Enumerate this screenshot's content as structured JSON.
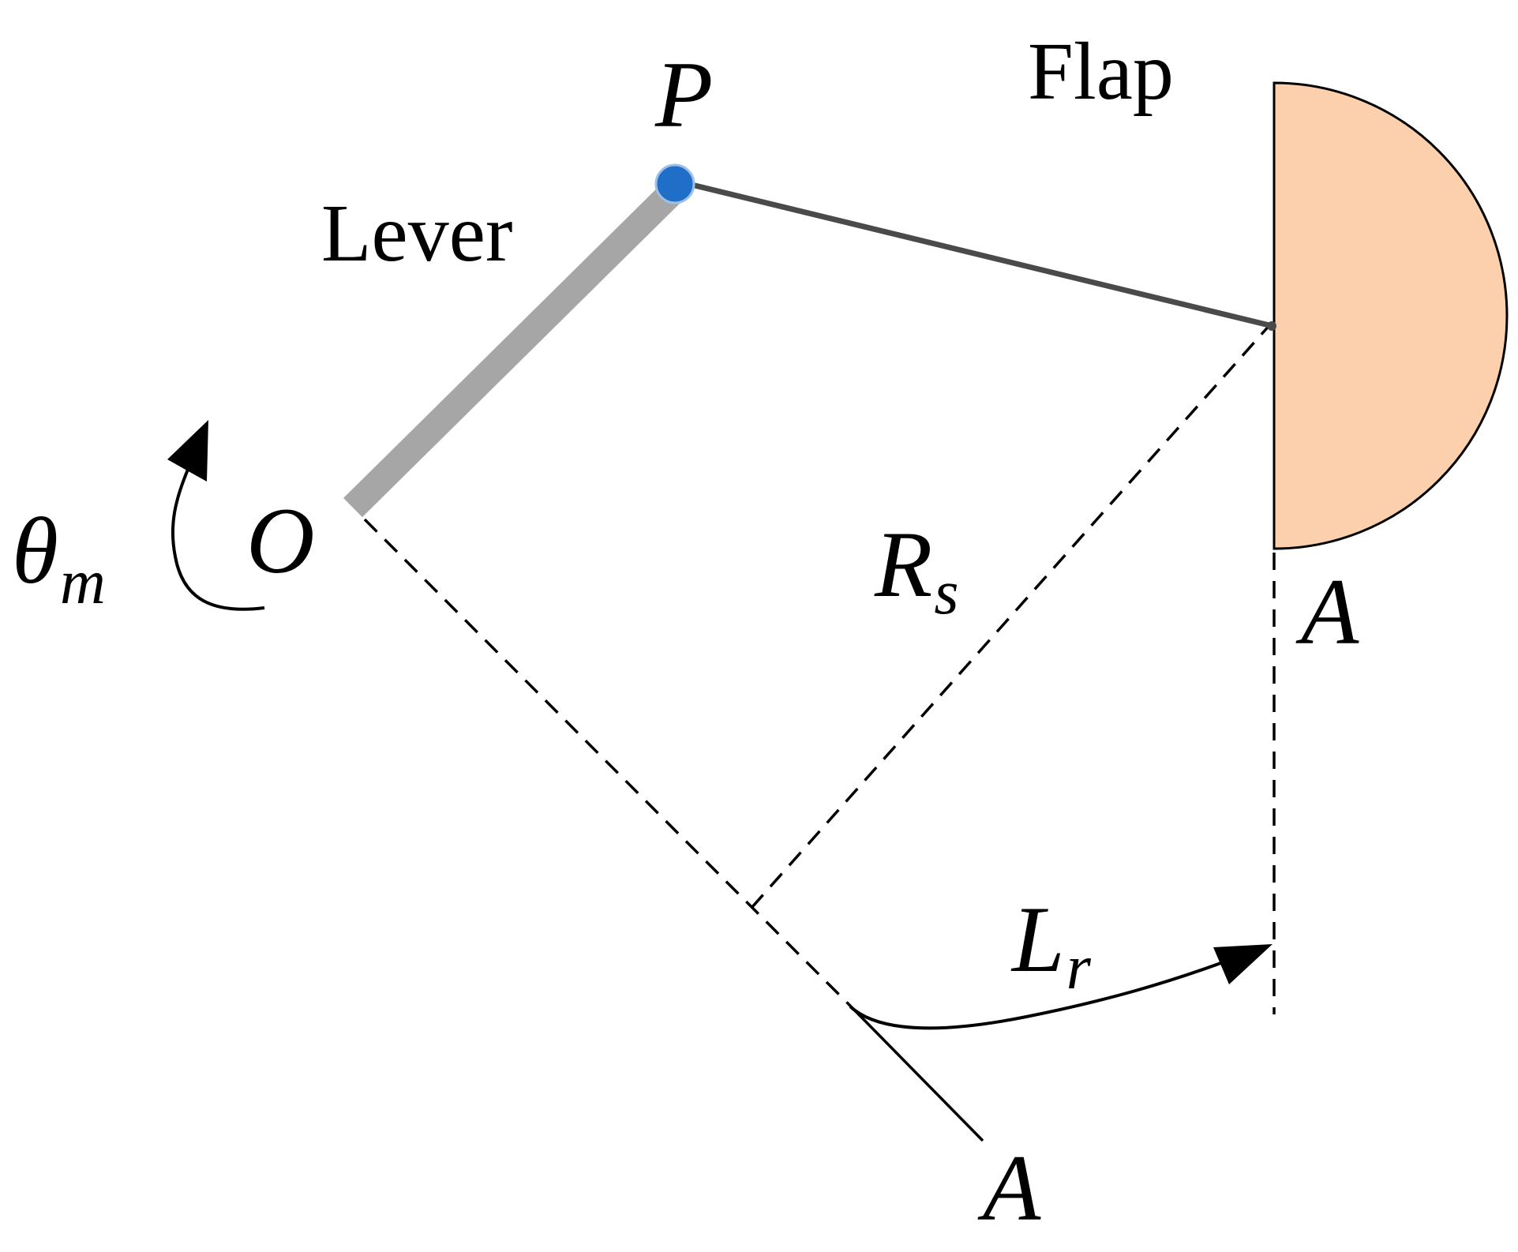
{
  "labels": {
    "lever": "Lever",
    "flap": "Flap",
    "point_p": "P",
    "point_o": "O",
    "theta_symbol": "θ",
    "theta_sub": "m",
    "rs_main": "R",
    "rs_sub": "s",
    "lr_main": "L",
    "lr_sub": "r",
    "section_a_right": "A",
    "section_a_bottom": "A"
  },
  "colors": {
    "lever_bar": "#a6a6a6",
    "pin_joint": "#1f6fc9",
    "link_rod": "#4a4a4a",
    "flap_fill": "#fdd0ad",
    "ink": "#000000"
  }
}
